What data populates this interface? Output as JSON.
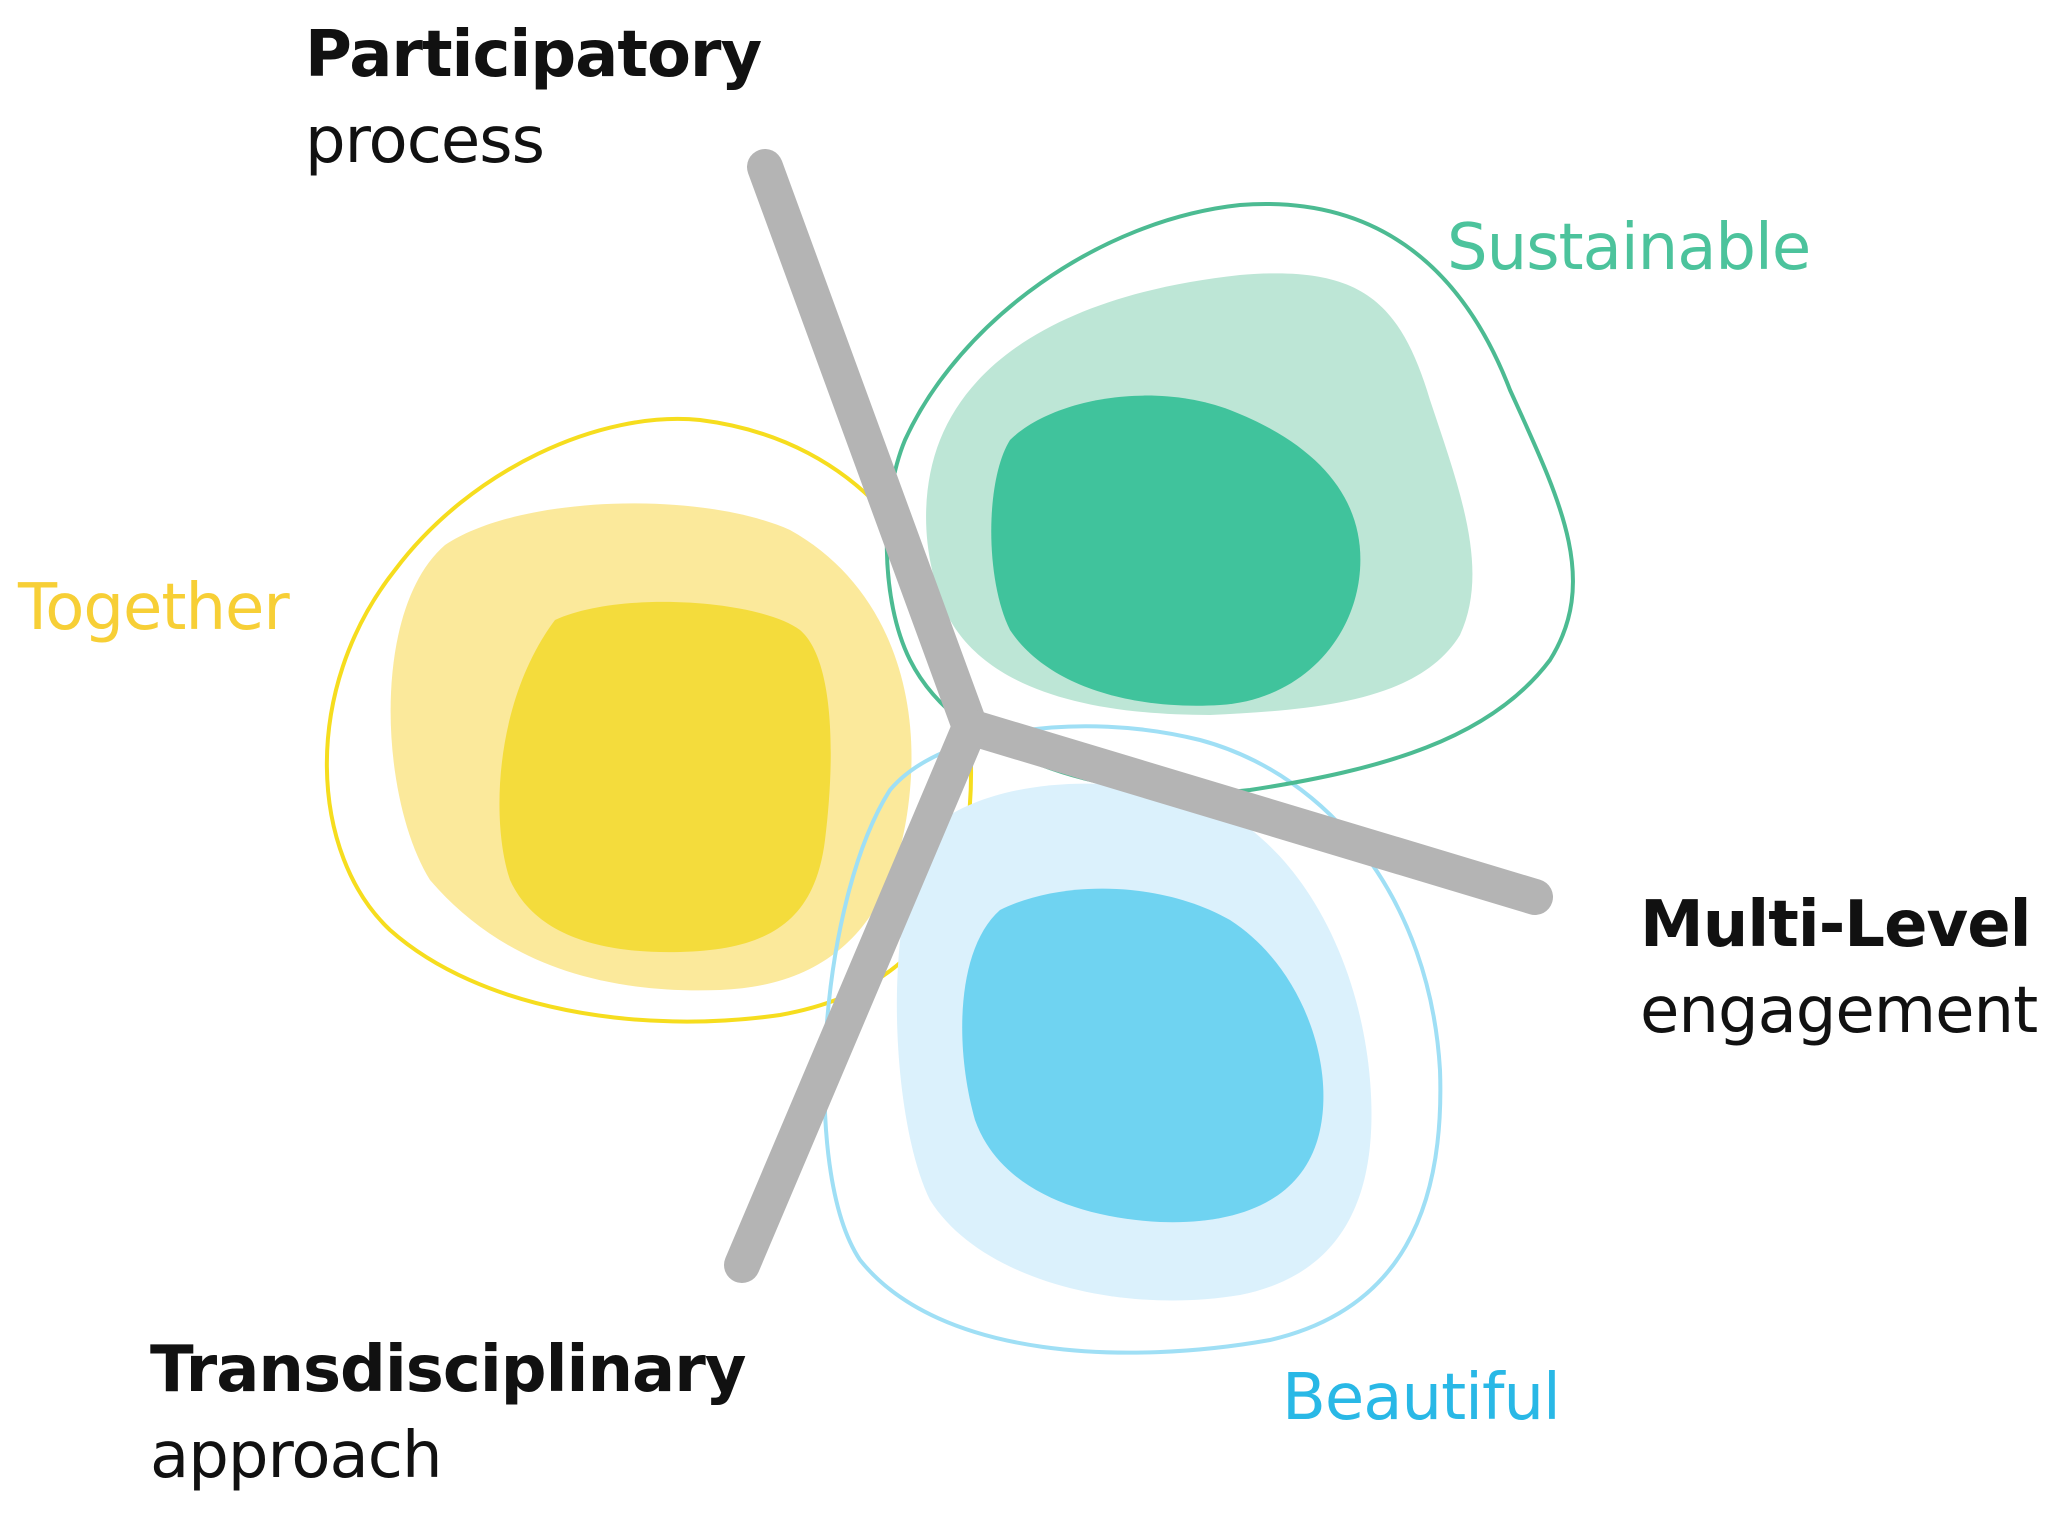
{
  "colors": {
    "together": "#f4dc3c",
    "sustainable": "#40c39c",
    "beautiful": "#6fd3f1",
    "spokes": "#b4b4b4",
    "text": "#111111"
  },
  "labels": {
    "participatory_bold": "Participatory",
    "participatory_rest": "process",
    "multilevel_bold": "Multi-Level",
    "multilevel_rest": "engagement",
    "transdisciplinary_bold": "Transdisciplinary",
    "transdisciplinary_rest": "approach",
    "together": "Together",
    "sustainable": "Sustainable",
    "beautiful": "Beautiful"
  }
}
